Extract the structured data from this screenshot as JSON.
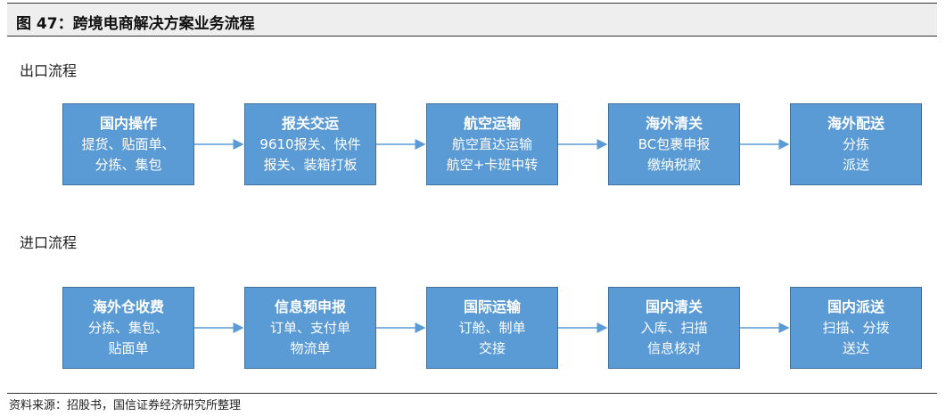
{
  "header": {
    "title": "图 47：跨境电商解决方案业务流程"
  },
  "export": {
    "label": "出口流程",
    "steps": [
      {
        "title": "国内操作",
        "lines": [
          "提货、贴面单、",
          "分拣、集包"
        ]
      },
      {
        "title": "报关交运",
        "lines": [
          "9610报关、快件",
          "报关、装箱打板"
        ]
      },
      {
        "title": "航空运输",
        "lines": [
          "航空直达运输",
          "航空+卡班中转"
        ]
      },
      {
        "title": "海外清关",
        "lines": [
          "BC包裹申报",
          "缴纳税款"
        ]
      },
      {
        "title": "海外配送",
        "lines": [
          "分拣",
          "派送"
        ]
      }
    ]
  },
  "import": {
    "label": "进口流程",
    "steps": [
      {
        "title": "海外仓收费",
        "lines": [
          "分拣、集包、",
          "贴面单"
        ]
      },
      {
        "title": "信息预申报",
        "lines": [
          "订单、支付单",
          "物流单"
        ]
      },
      {
        "title": "国际运输",
        "lines": [
          "订舱、制单",
          "交接"
        ]
      },
      {
        "title": "国内清关",
        "lines": [
          "入库、扫描",
          "信息核对"
        ]
      },
      {
        "title": "国内派送",
        "lines": [
          "扫描、分拨",
          "送达"
        ]
      }
    ]
  },
  "footer": {
    "source": "资料来源：招股书，国信证券经济研究所整理"
  },
  "colors": {
    "box_fill": "#5b9bd5",
    "box_border": "#41719c",
    "arrow": "#5b9bd5"
  }
}
